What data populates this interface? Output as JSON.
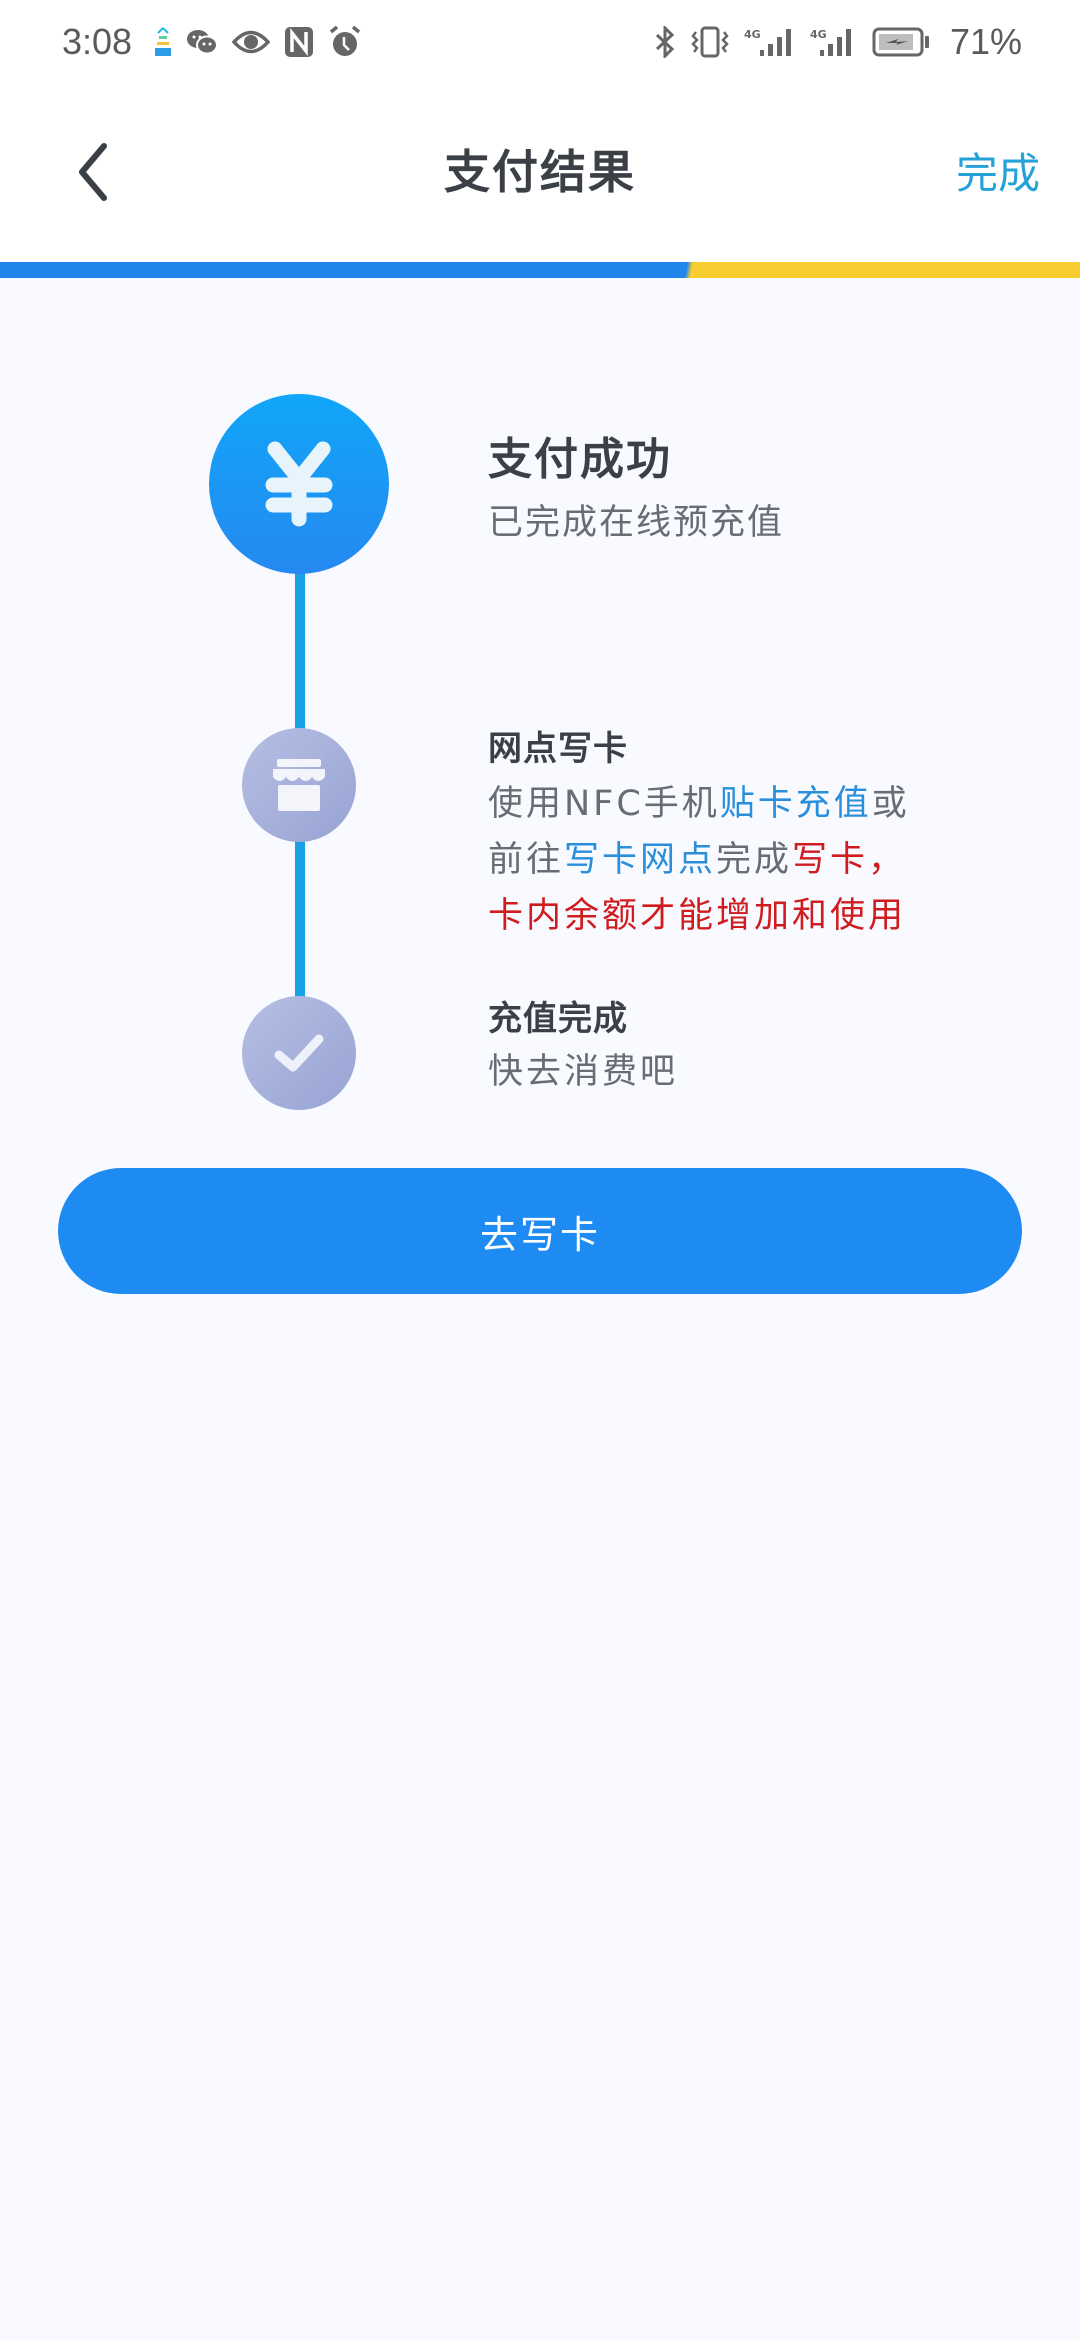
{
  "status_bar": {
    "time": "3:08",
    "left_icons": [
      "app-notification-icon",
      "wechat-icon",
      "eye-icon",
      "nfc-icon",
      "alarm-icon"
    ],
    "right_icons": [
      "bluetooth-icon",
      "vibrate-icon",
      "signal-4g-sim1-icon",
      "signal-4g-sim2-icon",
      "battery-charging-icon"
    ],
    "network_label_1": "4G",
    "network_label_2": "4G",
    "battery_percent": "71%"
  },
  "header": {
    "title": "支付结果",
    "back_icon": "chevron-left-icon",
    "done_label": "完成"
  },
  "progress": {
    "primary_color": "#2185ee",
    "secondary_color": "#f9cd2f"
  },
  "steps": [
    {
      "icon": "yuan-icon",
      "title": "支付成功",
      "description": "已完成在线预充值",
      "status": "done"
    },
    {
      "icon": "store-icon",
      "title": "网点写卡",
      "description_segments": [
        {
          "text": "使用NFC手机",
          "style": "normal"
        },
        {
          "text": "贴卡充值",
          "style": "blue"
        },
        {
          "text": "或",
          "style": "normal"
        },
        {
          "text": "前往",
          "style": "normal"
        },
        {
          "text": "写卡网点",
          "style": "blue"
        },
        {
          "text": "完成",
          "style": "normal"
        },
        {
          "text": "写卡，",
          "style": "red"
        },
        {
          "text": "卡内余额才能增加和使用",
          "style": "red"
        }
      ],
      "status": "pending"
    },
    {
      "icon": "check-icon",
      "title": "充值完成",
      "description": "快去消费吧",
      "status": "pending"
    }
  ],
  "colors": {
    "accent_blue": "#1e8bf3",
    "highlight_blue": "#2a8fdb",
    "highlight_red": "#d01c1f",
    "timeline_line": "#1aa0e6",
    "pending_icon": "#a5afdc"
  },
  "cta": {
    "label": "去写卡"
  }
}
